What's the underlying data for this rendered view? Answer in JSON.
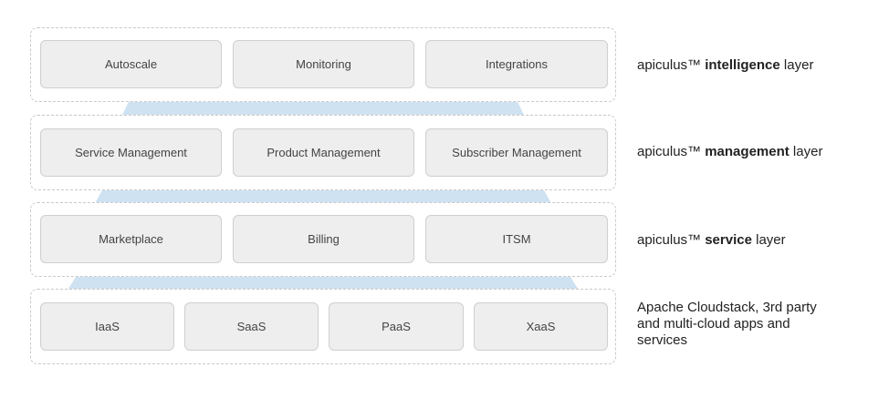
{
  "layers": [
    {
      "boxes": [
        "Autoscale",
        "Monitoring",
        "Integrations"
      ],
      "label_prefix": "apiculus™",
      "label_bold": "intelligence",
      "label_suffix": "layer"
    },
    {
      "boxes": [
        "Service Management",
        "Product Management",
        "Subscriber Management"
      ],
      "label_prefix": "apiculus™",
      "label_bold": "management",
      "label_suffix": "layer"
    },
    {
      "boxes": [
        "Marketplace",
        "Billing",
        "ITSM"
      ],
      "label_prefix": "apiculus™",
      "label_bold": "service",
      "label_suffix": "layer"
    },
    {
      "boxes": [
        "IaaS",
        "SaaS",
        "PaaS",
        "XaaS"
      ],
      "description": "Apache Cloudstack, 3rd party and multi-cloud apps and services"
    }
  ],
  "colors": {
    "connector": "#cfe2f2",
    "box_fill": "#eeeeee",
    "box_border": "#cfcfcf",
    "layer_border": "#c9c9c9"
  }
}
